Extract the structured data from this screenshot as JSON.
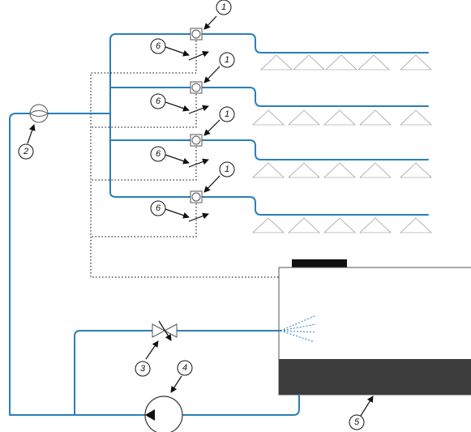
{
  "colors": {
    "pipe": "#2a7fb8",
    "signal_line": "#333333",
    "tank_dark": "#3c3c3c",
    "tank_lid": "#111111",
    "outline": "#111111",
    "sprinkler_dots": "#8a8a8a"
  },
  "components": [
    {
      "id": "valve",
      "label": "1",
      "count": 4
    },
    {
      "id": "flow-meter",
      "label": "2"
    },
    {
      "id": "bypass-valve",
      "label": "3"
    },
    {
      "id": "pump",
      "label": "4"
    },
    {
      "id": "tank",
      "label": "5"
    },
    {
      "id": "actuator",
      "label": "6",
      "count": 4
    }
  ],
  "sprinkler_sections": 4,
  "nozzles_per_section": 5
}
